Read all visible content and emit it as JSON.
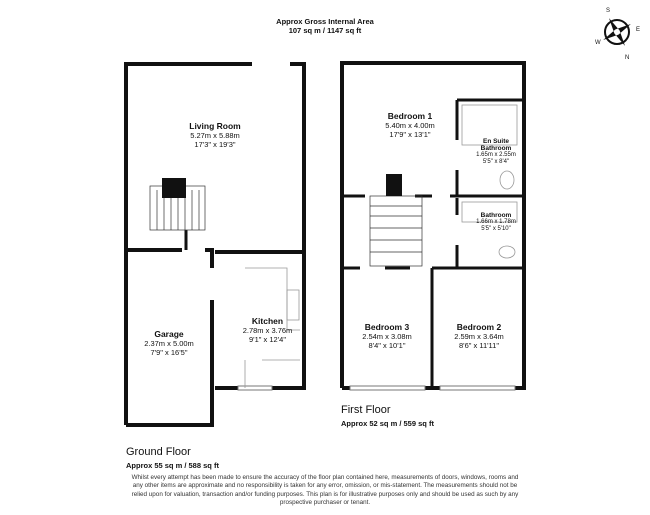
{
  "header": {
    "title": "Approx Gross Internal Area",
    "area": "107 sq m / 1147 sq ft"
  },
  "compass": {
    "letters": [
      "S",
      "W",
      "E",
      "N"
    ]
  },
  "ground_floor": {
    "label": "Ground Floor",
    "area": "Approx 55 sq m / 588 sq ft",
    "rooms": [
      {
        "name": "Living Room",
        "metric": "5.27m x 5.88m",
        "imperial": "17'3\" x 19'3\""
      },
      {
        "name": "Kitchen",
        "metric": "2.78m x 3.76m",
        "imperial": "9'1\" x 12'4\""
      },
      {
        "name": "Garage",
        "metric": "2.37m x 5.00m",
        "imperial": "7'9\" x 16'5\""
      }
    ]
  },
  "first_floor": {
    "label": "First Floor",
    "area": "Approx 52 sq m / 559 sq ft",
    "rooms": [
      {
        "name": "Bedroom 1",
        "metric": "5.40m x 4.00m",
        "imperial": "17'9\" x 13'1\""
      },
      {
        "name": "En Suite Bathroom",
        "metric": "1.65m x 2.55m",
        "imperial": "5'5\" x 8'4\""
      },
      {
        "name": "Bathroom",
        "metric": "1.66m x 1.78m",
        "imperial": "5'5\" x 5'10\""
      },
      {
        "name": "Bedroom 3",
        "metric": "2.54m x 3.08m",
        "imperial": "8'4\" x 10'1\""
      },
      {
        "name": "Bedroom 2",
        "metric": "2.59m x 3.64m",
        "imperial": "8'6\" x 11'11\""
      }
    ]
  },
  "disclaimer": "Whilst every attempt has been made to ensure the accuracy of the floor plan contained here, measurements of doors, windows, rooms and any other items are approximate and no responsibility is taken for any error, omission, or mis-statement. The measurements should not be relied upon for valuation, transaction and/or funding purposes. This plan is for illustrative purposes only and should be used as such by any prospective purchaser or tenant."
}
